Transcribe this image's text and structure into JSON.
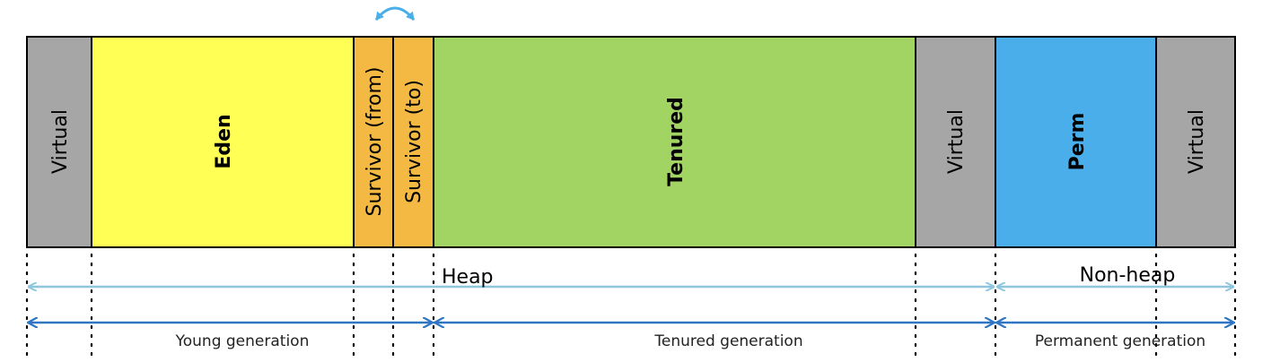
{
  "segments": [
    {
      "key": "virtual-1",
      "label": "Virtual",
      "color": "#a6a6a6",
      "bold": false
    },
    {
      "key": "eden",
      "label": "Eden",
      "color": "#ffff55",
      "bold": true
    },
    {
      "key": "survivor-from",
      "label": "Survivor (from)",
      "color": "#f4b942",
      "bold": false
    },
    {
      "key": "survivor-to",
      "label": "Survivor (to)",
      "color": "#f4b942",
      "bold": false
    },
    {
      "key": "tenured",
      "label": "Tenured",
      "color": "#a2d464",
      "bold": true
    },
    {
      "key": "virtual-2",
      "label": "Virtual",
      "color": "#a6a6a6",
      "bold": false
    },
    {
      "key": "perm",
      "label": "Perm",
      "color": "#4aaeea",
      "bold": true
    },
    {
      "key": "virtual-3",
      "label": "Virtual",
      "color": "#a6a6a6",
      "bold": false
    }
  ],
  "ranges": {
    "heap": {
      "label": "Heap",
      "color": "#8ec6dd"
    },
    "non_heap": {
      "label": "Non-heap",
      "color": "#8ec6dd"
    },
    "young_generation": {
      "label": "Young generation",
      "color": "#2e75c4"
    },
    "tenured_generation": {
      "label": "Tenured generation",
      "color": "#2e75c4"
    },
    "permanent_generation": {
      "label": "Permanent generation",
      "color": "#2e75c4"
    }
  },
  "swap_arrow": {
    "color": "#4aaeea"
  }
}
